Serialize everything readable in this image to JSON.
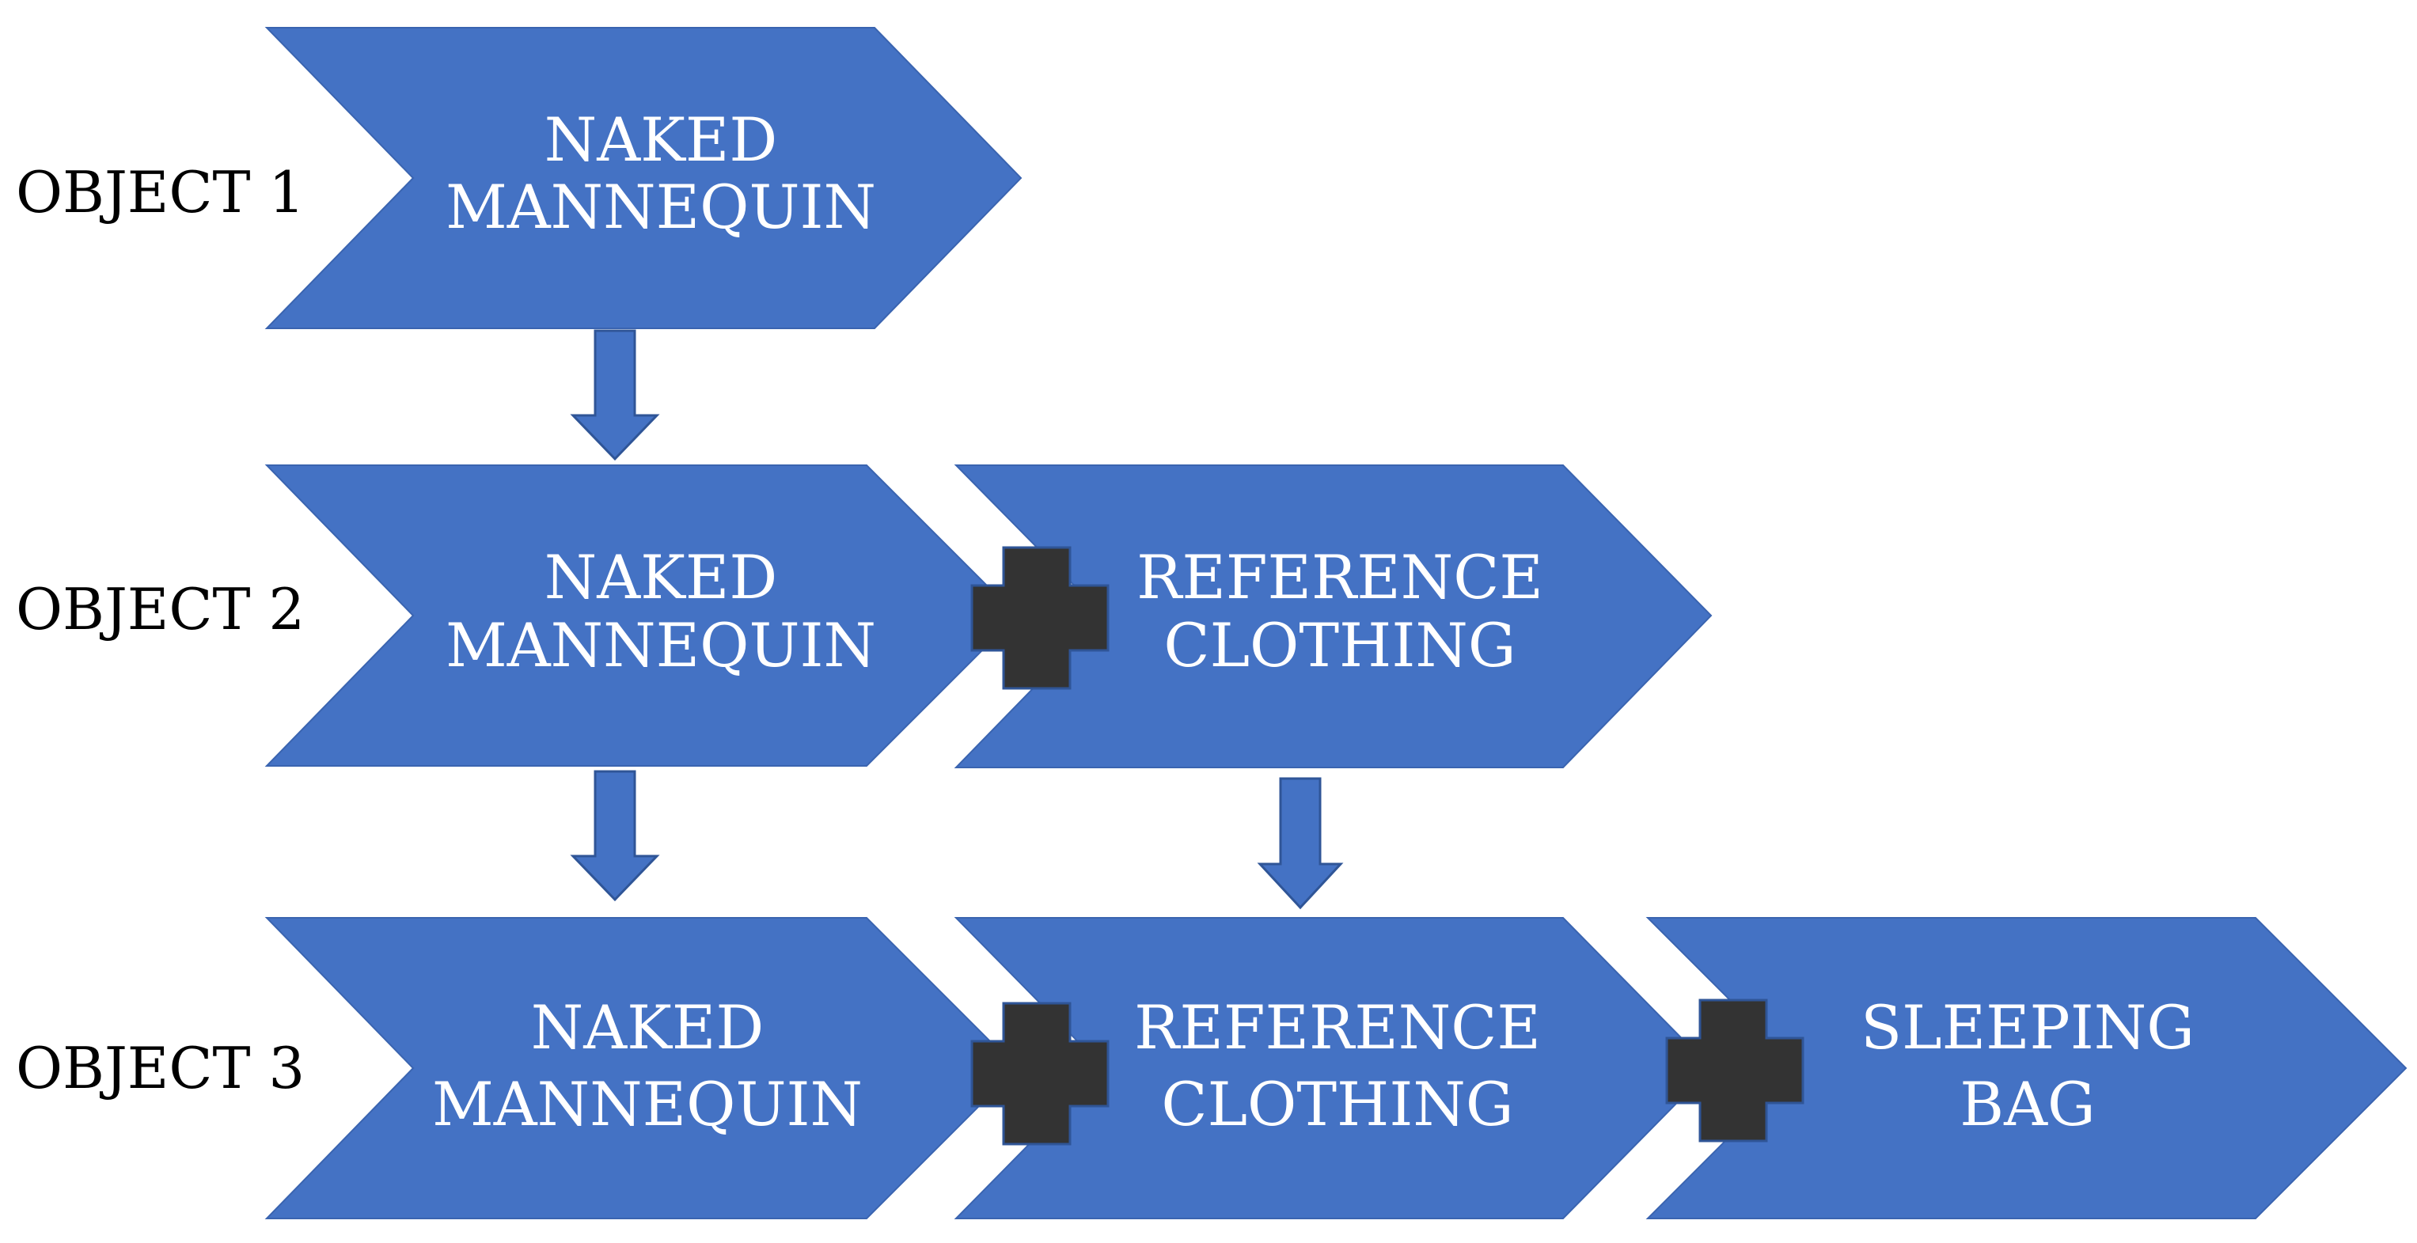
{
  "diagram": {
    "rows": [
      {
        "label": "OBJECT 1",
        "boxes": [
          {
            "line1": "NAKED",
            "line2": "MANNEQUIN"
          }
        ]
      },
      {
        "label": "OBJECT 2",
        "boxes": [
          {
            "line1": "NAKED",
            "line2": "MANNEQUIN"
          },
          {
            "line1": "REFERENCE",
            "line2": "CLOTHING"
          }
        ]
      },
      {
        "label": "OBJECT 3",
        "boxes": [
          {
            "line1": "NAKED",
            "line2": "MANNEQUIN"
          },
          {
            "line1": "REFERENCE",
            "line2": "CLOTHING"
          },
          {
            "line1": "SLEEPING",
            "line2": "BAG"
          }
        ]
      }
    ],
    "colors": {
      "chevron_fill": "#4472c4",
      "plus_fill": "#333333",
      "text": "#ffffff",
      "label": "#000000"
    },
    "icons": [
      "down-arrow-icon",
      "plus-icon"
    ]
  }
}
